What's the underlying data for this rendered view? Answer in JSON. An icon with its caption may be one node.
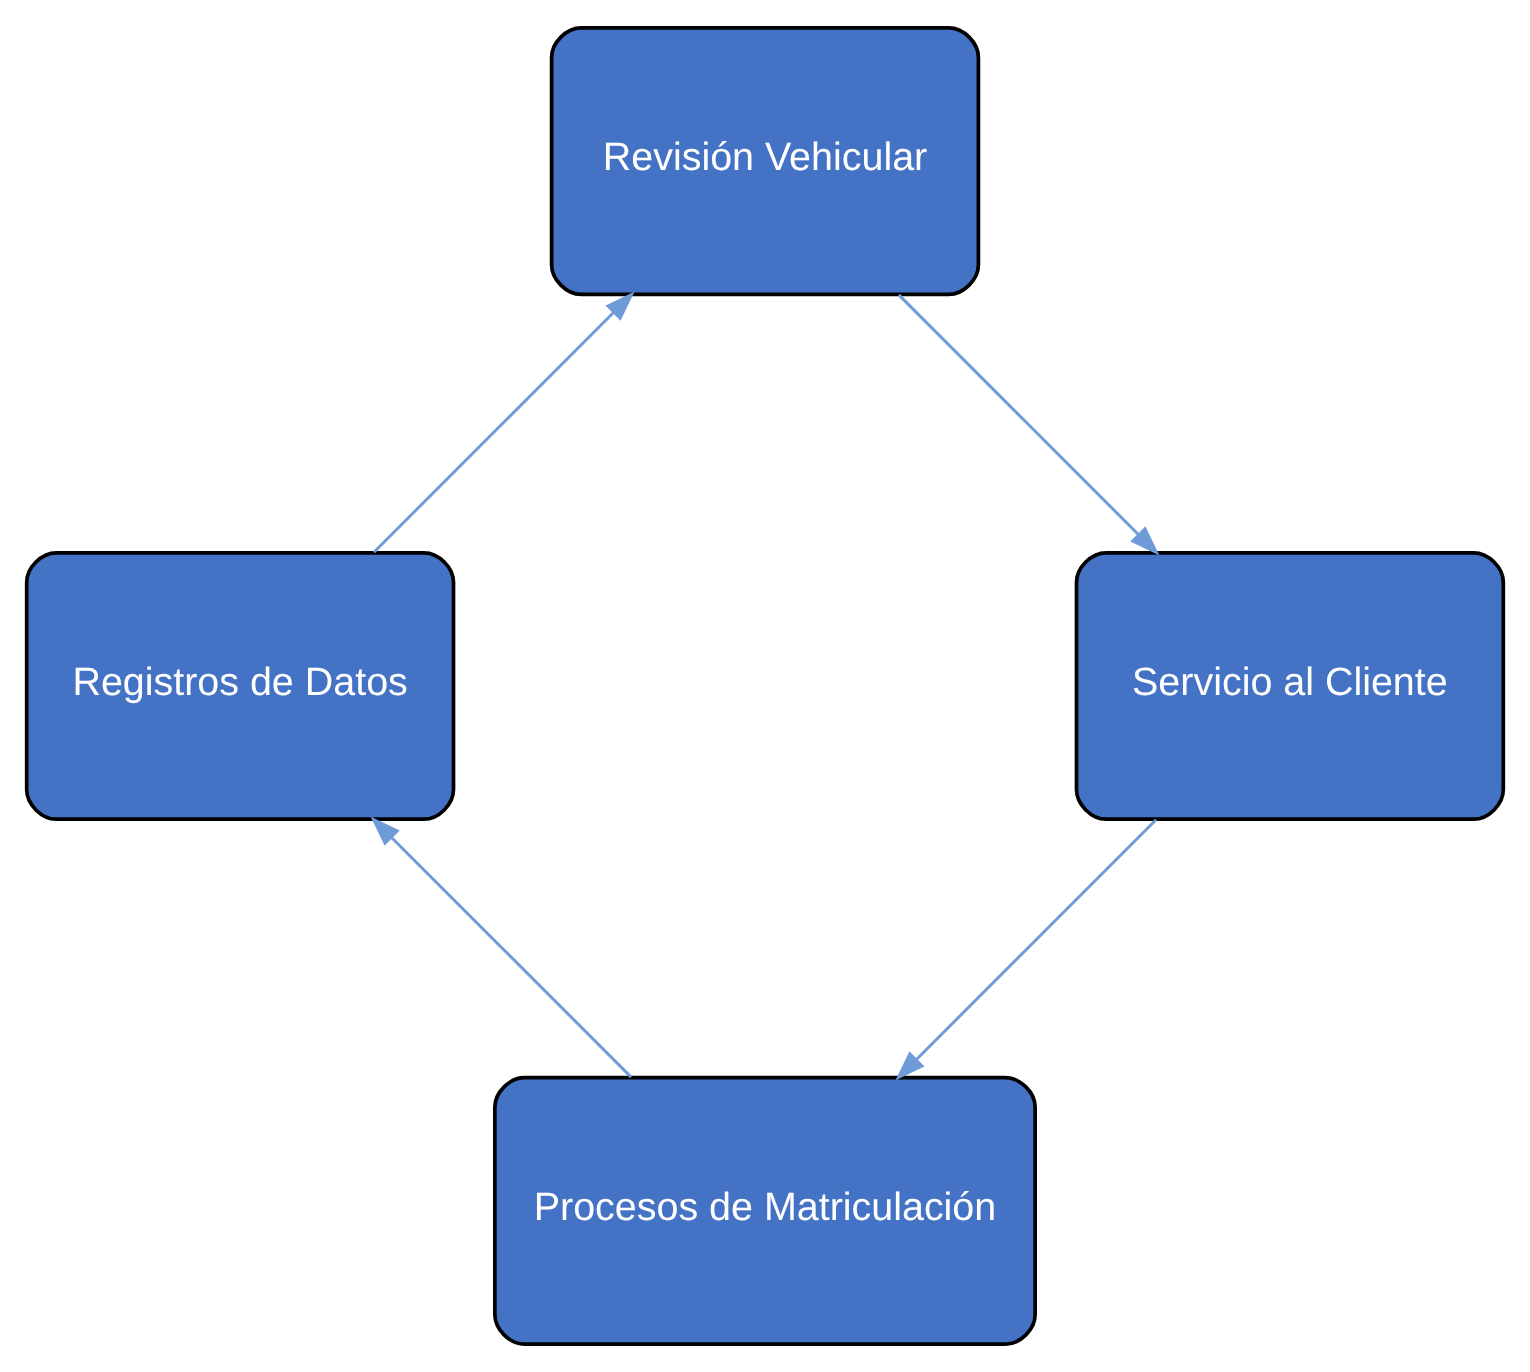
{
  "diagram": {
    "nodes": [
      {
        "text": [
          "Procesos de Matriculación"
        ]
      },
      {
        "text": [
          "Registros de Datos"
        ]
      },
      {
        "text": [
          "Revisión Vehicular"
        ]
      },
      {
        "text": [
          "Servicio al Cliente"
        ]
      }
    ],
    "edges": [
      {
        "from": 0,
        "to": 1,
        "arrow": "to"
      },
      {
        "from": 1,
        "to": 2,
        "arrow": "to"
      },
      {
        "from": 2,
        "to": 3,
        "arrow": "to"
      },
      {
        "from": 3,
        "to": 0,
        "arrow": "to"
      }
    ]
  }
}
